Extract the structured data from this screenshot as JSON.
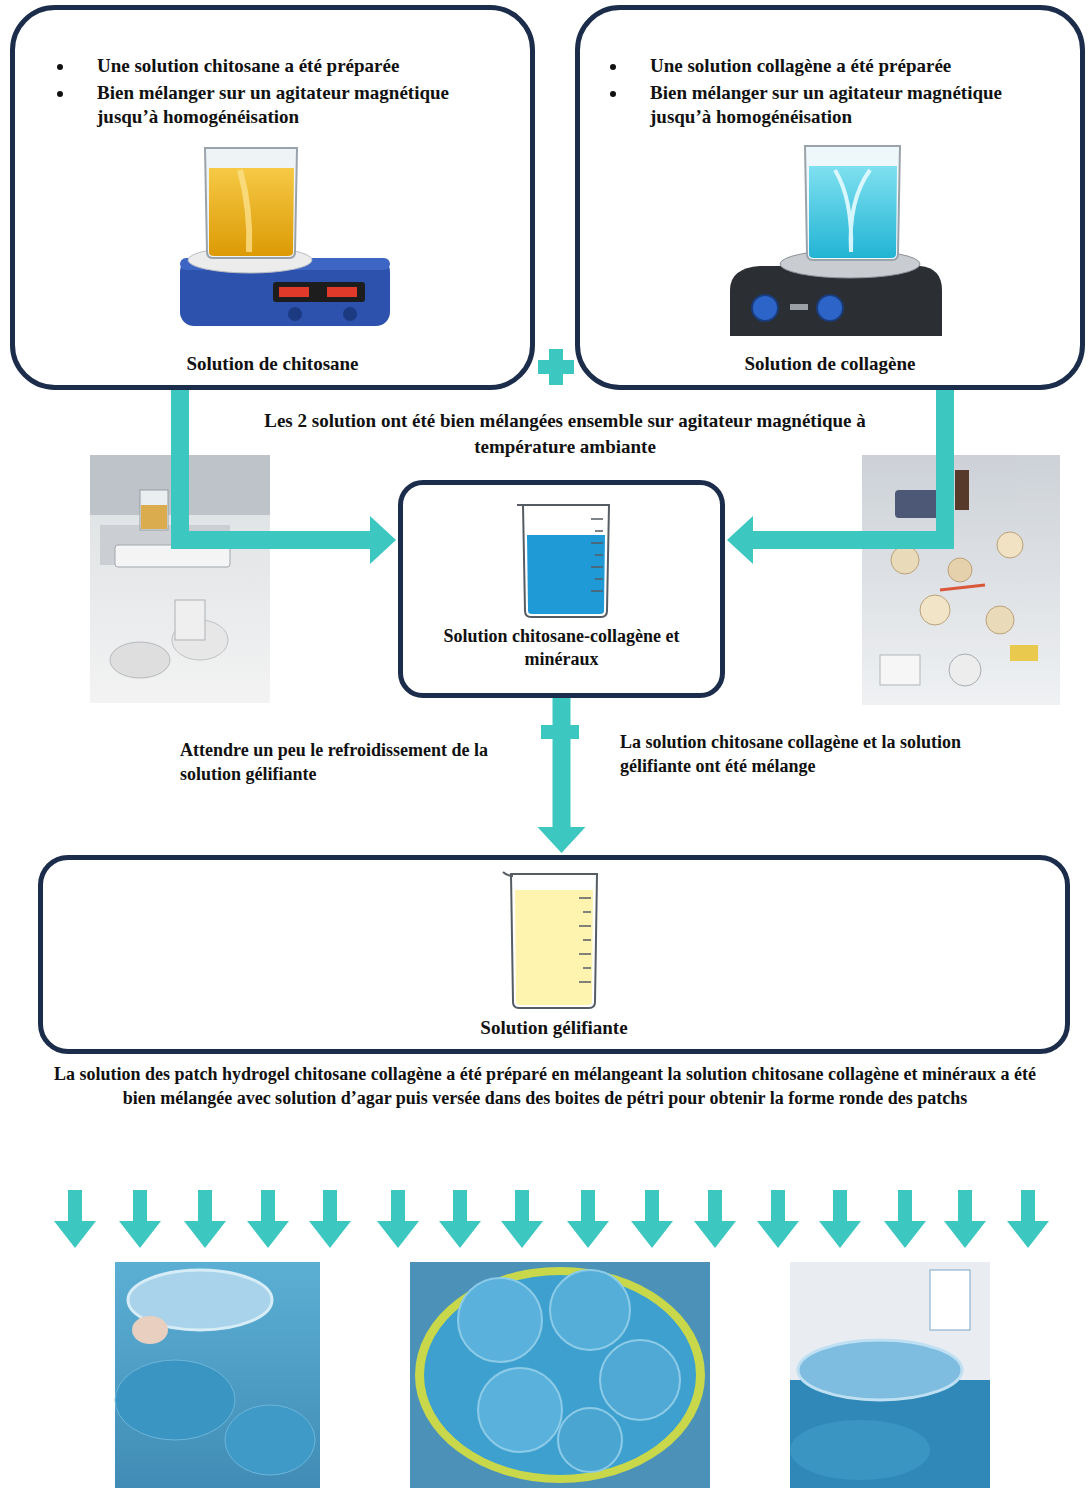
{
  "diagram": {
    "nodes": [
      {
        "text": [
          "Une solution chitosane a été préparée",
          "Bien mélanger sur un agitateur magnétique jusqu’à homogénéisation",
          "Solution de chitosane"
        ]
      },
      {
        "text": [
          "Une solution collagène a été préparée",
          "Bien mélanger sur un agitateur magnétique jusqu’à homogénéisation",
          "Solution de collagène"
        ]
      },
      {
        "text": [
          "Solution chitosane-collagène et minéraux"
        ]
      },
      {
        "text": [
          "Solution gélifiante"
        ]
      }
    ],
    "edges": [
      {
        "from": 0,
        "to": 2,
        "arrow": "to"
      },
      {
        "from": 1,
        "to": 2,
        "arrow": "to"
      },
      {
        "from": 2,
        "to": 3,
        "arrow": "to"
      }
    ],
    "labels": [
      "Les 2 solution ont été bien mélangées ensemble sur agitateur magnétique à température ambiante",
      "Attendre un peu le refroidissement de la solution gélifiante",
      "La solution chitosane collagène et la solution gélifiante ont été mélange",
      "La solution des patch hydrogel chitosane collagène a été préparé en mélangeant la solution chitosane collagène et minéraux a été bien mélangée avec solution d’agar puis versée dans des boites de pétri pour obtenir la forme ronde des patchs"
    ]
  }
}
